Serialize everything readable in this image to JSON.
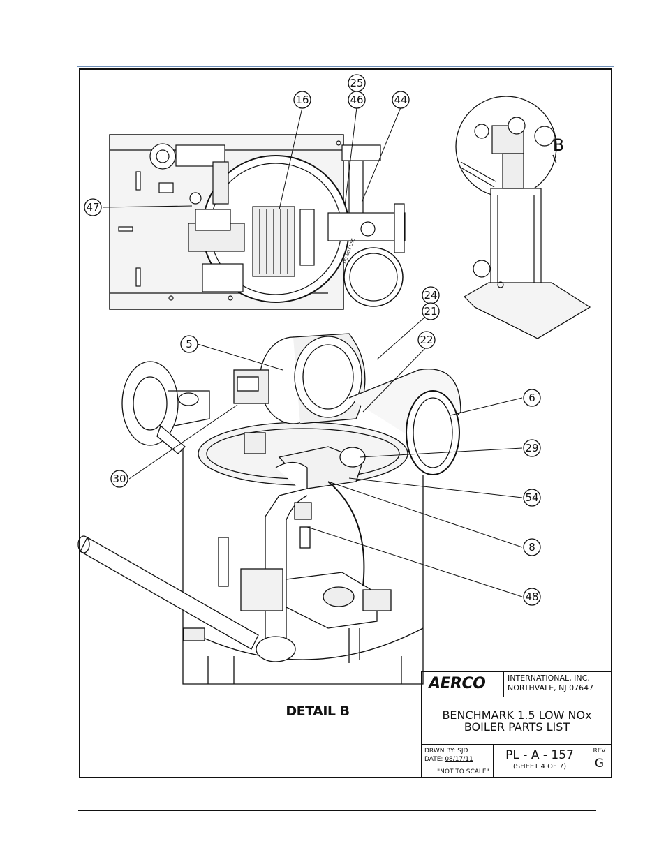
{
  "balloons": {
    "b25": "25",
    "b16": "16",
    "b46": "46",
    "b44": "44",
    "b47": "47",
    "b24": "24",
    "b21": "21",
    "b5": "5",
    "b22": "22",
    "b6": "6",
    "b29": "29",
    "b30": "30",
    "b54": "54",
    "b8": "8",
    "b48": "48"
  },
  "inset_label": "B",
  "detail_title": "DETAIL B",
  "title_block": {
    "logo": "AERCO",
    "company_line1": "INTERNATIONAL, INC.",
    "company_line2": "NORTHVALE, NJ 07647",
    "title_line1": "BENCHMARK 1.5 LOW NOx",
    "title_line2": "BOILER PARTS LIST",
    "drawn_by": "DRWN BY: SJD",
    "date_label": "DATE: ",
    "date": "08/17/11",
    "scale_note": "\"NOT TO SCALE\"",
    "drawing_number": "PL - A - 157",
    "sheet": "(SHEET 4 OF 7)",
    "rev_label": "REV",
    "rev": "G"
  },
  "colors": {
    "line": "#111111",
    "rule": "#6f8fb8",
    "panel_fill": "#f2f2f2",
    "metal_fill": "#e6e6e6"
  }
}
